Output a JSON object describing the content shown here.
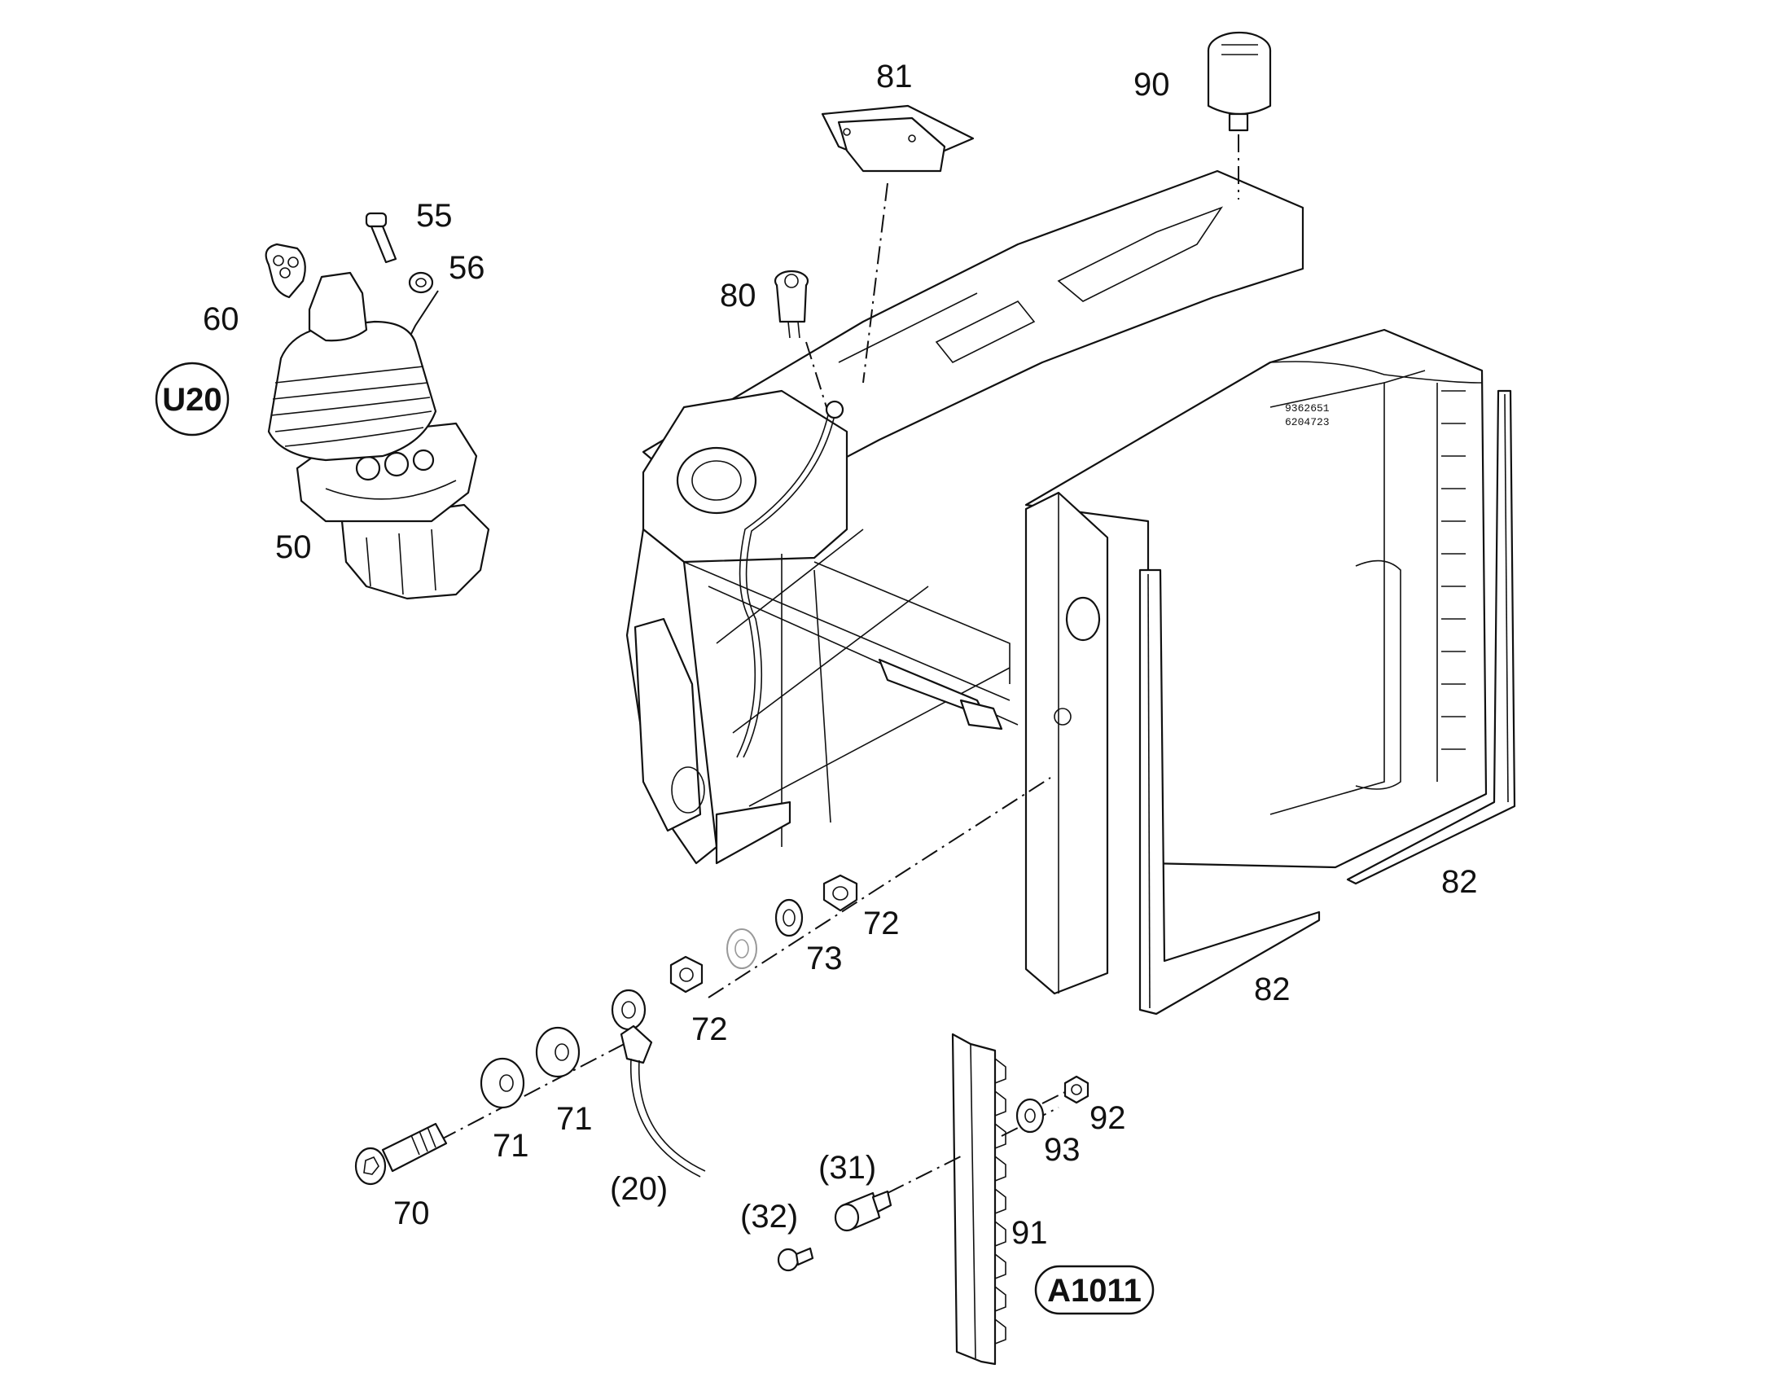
{
  "diagram": {
    "badges": [
      {
        "id": "u20",
        "text": "U20"
      },
      {
        "id": "a1011",
        "text": "A1011"
      }
    ],
    "callouts": [
      {
        "id": "c-55",
        "text": "55"
      },
      {
        "id": "c-56",
        "text": "56"
      },
      {
        "id": "c-60",
        "text": "60"
      },
      {
        "id": "c-50",
        "text": "50"
      },
      {
        "id": "c-81",
        "text": "81"
      },
      {
        "id": "c-80",
        "text": "80"
      },
      {
        "id": "c-90",
        "text": "90"
      },
      {
        "id": "c-82a",
        "text": "82"
      },
      {
        "id": "c-82b",
        "text": "82"
      },
      {
        "id": "c-72a",
        "text": "72"
      },
      {
        "id": "c-73",
        "text": "73"
      },
      {
        "id": "c-72b",
        "text": "72"
      },
      {
        "id": "c-71a",
        "text": "71"
      },
      {
        "id": "c-71b",
        "text": "71"
      },
      {
        "id": "c-70",
        "text": "70"
      },
      {
        "id": "c-20",
        "text": "(20)"
      },
      {
        "id": "c-31",
        "text": "(31)"
      },
      {
        "id": "c-32",
        "text": "(32)"
      },
      {
        "id": "c-91",
        "text": "91"
      },
      {
        "id": "c-92",
        "text": "92"
      },
      {
        "id": "c-93",
        "text": "93"
      }
    ],
    "plate_marking": [
      "9362651",
      "6204723"
    ]
  }
}
